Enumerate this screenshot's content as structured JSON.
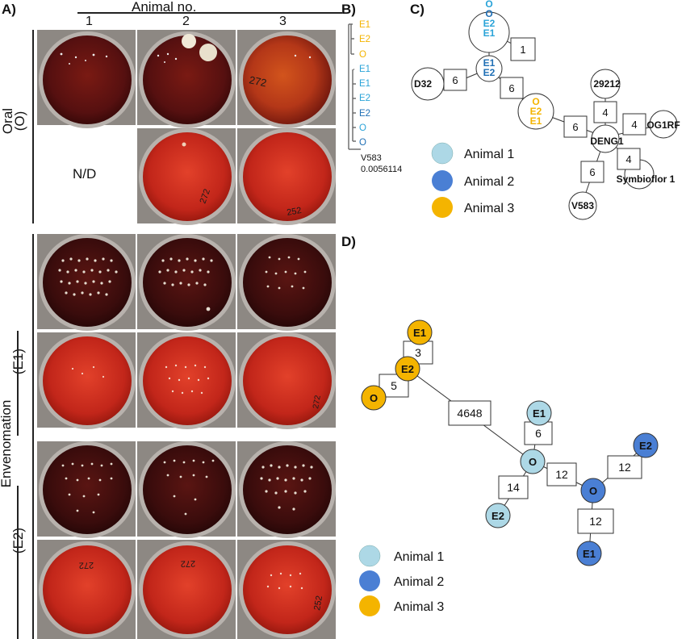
{
  "panels": {
    "a_label": "A)",
    "b_label": "B)",
    "c_label": "C)",
    "d_label": "D)"
  },
  "panel_a": {
    "header": "Animal no.",
    "columns": [
      "1",
      "2",
      "3"
    ],
    "row_label_oral": "Oral",
    "row_label_oral_sub": "(O)",
    "row_label_env": "Envenomation",
    "row_label_e1": "(E1)",
    "row_label_e2": "(E2)",
    "nd": "N/D",
    "plate_marks": {
      "oral_3_top": "272",
      "oral_2_bottom": "272",
      "oral_3_bottom": "252",
      "e1_3_bottom": "272",
      "e2_1_bottom": "272",
      "e2_2_bottom": "272",
      "e2_3_bottom": "252"
    },
    "colors": {
      "dark_agar": "#3a0c0c",
      "red_agar": "#c2261a",
      "dish_rim": "#b8b2ad",
      "bench": "#8a8580"
    }
  },
  "panel_b": {
    "leaves": [
      {
        "label": "E1",
        "color": "#f4b400"
      },
      {
        "label": "E2",
        "color": "#f4b400"
      },
      {
        "label": "O",
        "color": "#f4b400"
      },
      {
        "label": "E1",
        "color": "#2aa3d8"
      },
      {
        "label": "E1",
        "color": "#2aa3d8"
      },
      {
        "label": "E2",
        "color": "#2aa3d8"
      },
      {
        "label": "E2",
        "color": "#1f6fb5"
      },
      {
        "label": "O",
        "color": "#2aa3d8"
      },
      {
        "label": "O",
        "color": "#1f6fb5"
      }
    ],
    "ref_label": "V583",
    "scale": "0.0056114"
  },
  "panel_c": {
    "top_stack": [
      {
        "text": "O",
        "color": "#2aa3d8"
      },
      {
        "text": "O",
        "color": "#1f6fb5"
      },
      {
        "text": "E2",
        "color": "#2aa3d8"
      },
      {
        "text": "E1",
        "color": "#2aa3d8"
      }
    ],
    "mid_stack": [
      {
        "text": "E1",
        "color": "#1f6fb5"
      },
      {
        "text": "E2",
        "color": "#1f6fb5"
      }
    ],
    "yellow_stack": [
      {
        "text": "O",
        "color": "#f4b400"
      },
      {
        "text": "E2",
        "color": "#f4b400"
      },
      {
        "text": "E1",
        "color": "#f4b400"
      }
    ],
    "nodes": {
      "d32": "D32",
      "n29212": "29212",
      "og1rf": "OG1RF",
      "deng1": "DENG1",
      "symbioflor": "Symbioflor 1",
      "v583": "V583"
    },
    "edges": {
      "e_top": "1",
      "e_d32": "6",
      "e_mid_yellow": "6",
      "e_yellow_deng": "6",
      "e_29212": "4",
      "e_og1rf": "4",
      "e_symbio": "4",
      "e_v583": "6"
    },
    "legend": [
      {
        "label": "Animal 1",
        "color": "#add8e6"
      },
      {
        "label": "Animal 2",
        "color": "#4a7fd4"
      },
      {
        "label": "Animal 3",
        "color": "#f4b400"
      }
    ]
  },
  "panel_d": {
    "nodes": {
      "a3_e1": "E1",
      "a3_e2": "E2",
      "a3_o": "O",
      "a1_e1": "E1",
      "a1_o": "O",
      "a1_e2": "E2",
      "a2_o": "O",
      "a2_e2": "E2",
      "a2_e1": "E1"
    },
    "edges": {
      "d_3": "3",
      "d_5": "5",
      "d_4648": "4648",
      "d_6": "6",
      "d_14": "14",
      "d_12a": "12",
      "d_12b": "12",
      "d_12c": "12"
    },
    "legend": [
      {
        "label": "Animal 1",
        "color": "#add8e6"
      },
      {
        "label": "Animal 2",
        "color": "#4a7fd4"
      },
      {
        "label": "Animal 3",
        "color": "#f4b400"
      }
    ]
  }
}
